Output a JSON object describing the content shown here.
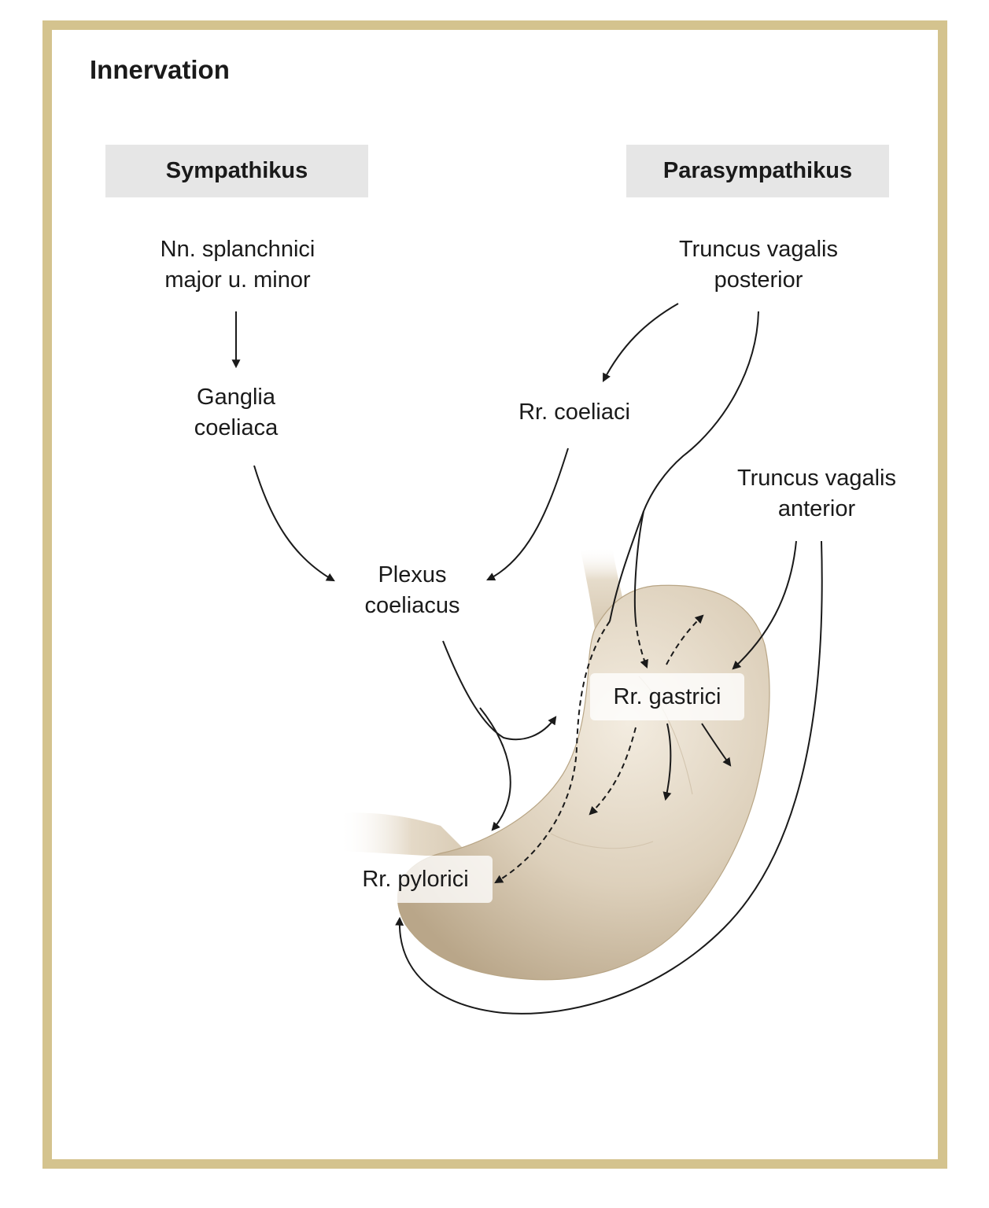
{
  "title": "Innervation",
  "headers": {
    "left": "Sympathikus",
    "right": "Parasympathikus"
  },
  "labels": {
    "nn_splanchnici": [
      "Nn. splanchnici",
      "major u. minor"
    ],
    "ganglia": [
      "Ganglia",
      "coeliaca"
    ],
    "plexus": [
      "Plexus",
      "coeliacus"
    ],
    "truncus_posterior": [
      "Truncus vagalis",
      "posterior"
    ],
    "rr_coeliaci": "Rr. coeliaci",
    "truncus_anterior": [
      "Truncus vagalis",
      "anterior"
    ],
    "rr_gastrici": "Rr. gastrici",
    "rr_pylorici": "Rr. pylorici"
  },
  "colors": {
    "frame": "#d4c38e",
    "header_bg": "#e6e6e6",
    "stomach": "#d9ccb6",
    "arrow": "#1a1a1a"
  }
}
